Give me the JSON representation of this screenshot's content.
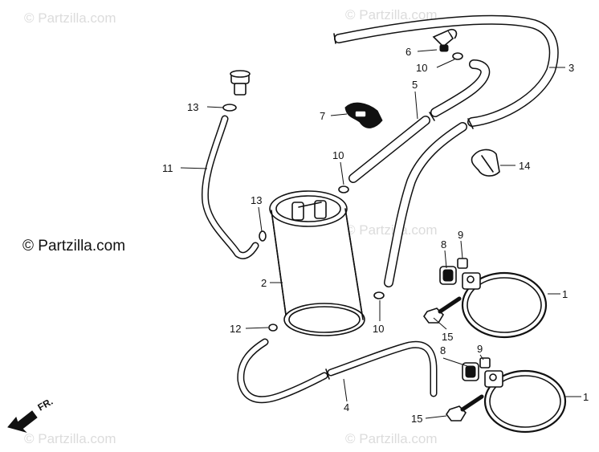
{
  "watermarks": {
    "top_left": "© Partzilla.com",
    "top_center": "© Partzilla.com",
    "mid_center": "© Partzilla.com",
    "bottom_left": "© Partzilla.com",
    "bottom_center": "© Partzilla.com",
    "main": "© Partzilla.com"
  },
  "front_indicator": {
    "label": "FR."
  },
  "callouts": {
    "c1a": "1",
    "c1b": "1",
    "c2": "2",
    "c3": "3",
    "c4": "4",
    "c5": "5",
    "c6": "6",
    "c7": "7",
    "c8a": "8",
    "c8b": "8",
    "c9a": "9",
    "c9b": "9",
    "c10a": "10",
    "c10b": "10",
    "c10c": "10",
    "c11": "11",
    "c12": "12",
    "c13a": "13",
    "c13b": "13",
    "c14": "14",
    "c15a": "15",
    "c15b": "15"
  },
  "colors": {
    "ink": "#111111",
    "watermark": "#dcdcdc",
    "background": "#ffffff"
  }
}
